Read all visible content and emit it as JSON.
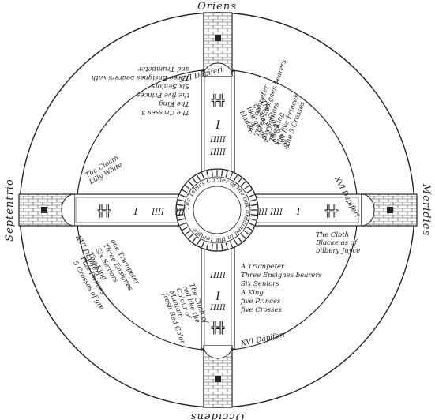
{
  "directions": {
    "top": "Oriens",
    "right": "Meridies",
    "bottom": "Occidens",
    "left": "Septentrio"
  },
  "ring_labels": {
    "top_left": "XVI Dapiferi",
    "right": "XVI Dapiferi",
    "left": "XVI Dapiferi",
    "bottom": "XVI Dapiferi"
  },
  "center_text": "The Tables Corner of the oak ordained in the Temple",
  "quadrant_text": {
    "top_right": [
      "The Cloath dark",
      "greene Collor",
      "like quinice",
      "blades"
    ],
    "top_center": [
      "The Crosses 3",
      "The King",
      "the five Princes",
      "Six Seniors",
      "Three Ensignes bearers with",
      "and Trumpeter"
    ],
    "right_top": [
      "one Trumpeter",
      "Three Ensignes bearers",
      "Six Seniors",
      "The King",
      "the five Princes",
      "The 5 Crosses"
    ],
    "right_bottom": [
      "The Cloth",
      "Blacke as of",
      "bilbery Juyce"
    ],
    "left_top": [
      "The Cloath",
      "Lilly White"
    ],
    "left_bottom": [
      "one Trumpeter",
      "Three Ensignes",
      "Six Seniors",
      "The King",
      "Fiue Princes",
      "5 Crosses of gre"
    ],
    "bottom_right": [
      "A Trumpeter",
      "Three Ensignes bearers",
      "Six Seniors",
      "A King",
      "five Princes",
      "five Crosses"
    ],
    "bottom_left": [
      "The Cloth of",
      "red like the",
      "Colour of",
      "Muntain",
      "fresh Red Color"
    ]
  }
}
